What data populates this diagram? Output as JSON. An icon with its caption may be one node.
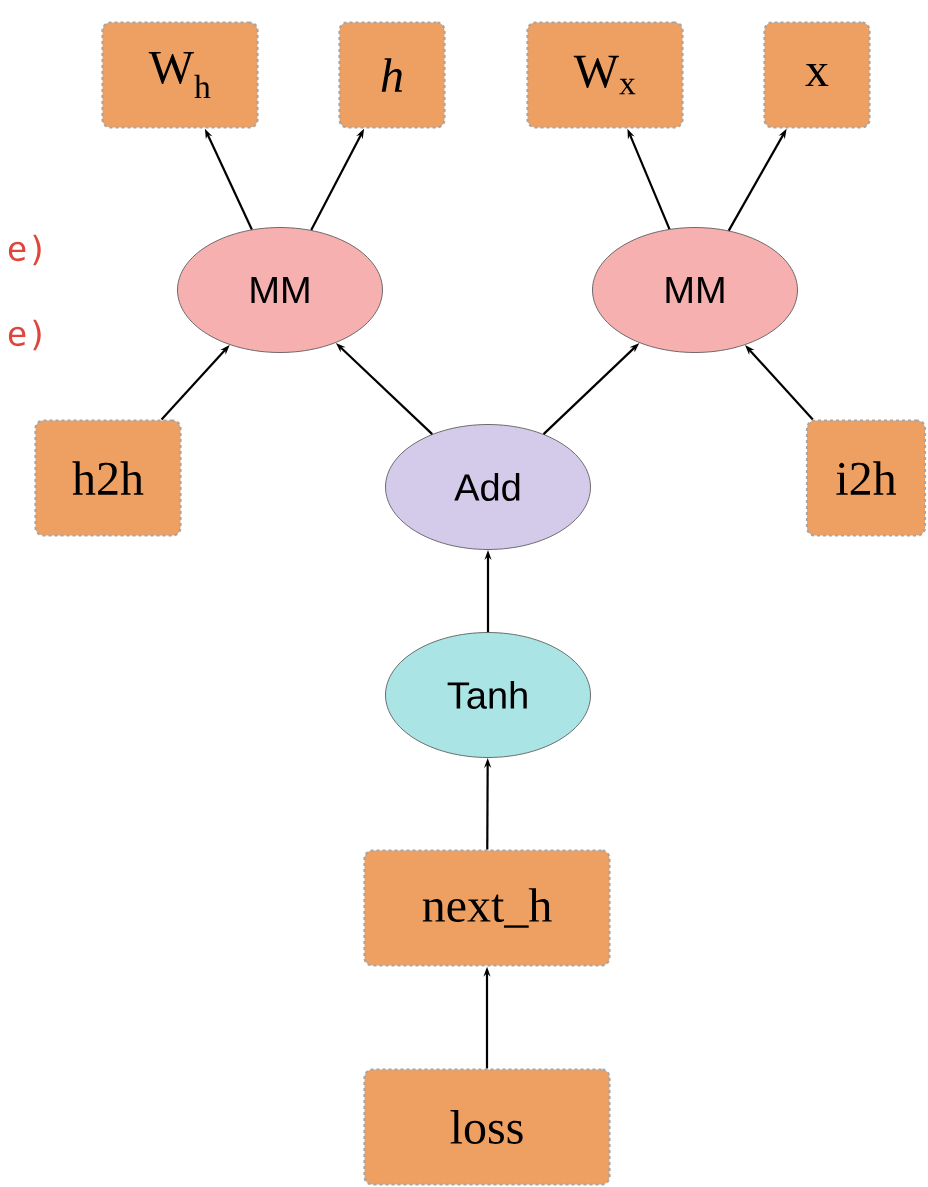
{
  "diagram": {
    "nodes": [
      {
        "text": [
          "W$_{h}$"
        ]
      },
      {
        "text": [
          "h"
        ]
      },
      {
        "text": [
          "W$_{x}$"
        ]
      },
      {
        "text": [
          "x"
        ]
      },
      {
        "text": [
          "MM"
        ]
      },
      {
        "text": [
          "MM"
        ]
      },
      {
        "text": [
          "h2h"
        ]
      },
      {
        "text": [
          "Add"
        ]
      },
      {
        "text": [
          "i2h"
        ]
      },
      {
        "text": [
          "Tanh"
        ]
      },
      {
        "text": [
          "next_h"
        ]
      },
      {
        "text": [
          "loss"
        ]
      }
    ],
    "edges": [
      {
        "from": 4,
        "to": 0,
        "arrow": "to"
      },
      {
        "from": 4,
        "to": 1,
        "arrow": "to"
      },
      {
        "from": 5,
        "to": 2,
        "arrow": "to"
      },
      {
        "from": 5,
        "to": 3,
        "arrow": "to"
      },
      {
        "from": 6,
        "to": 4,
        "arrow": "to"
      },
      {
        "from": 7,
        "to": 4,
        "arrow": "to"
      },
      {
        "from": 7,
        "to": 5,
        "arrow": "to"
      },
      {
        "from": 8,
        "to": 5,
        "arrow": "to"
      },
      {
        "from": 9,
        "to": 7,
        "arrow": "to"
      },
      {
        "from": 10,
        "to": 9,
        "arrow": "to"
      },
      {
        "from": 11,
        "to": 10,
        "arrow": "to"
      }
    ],
    "labels": [
      "e)",
      "e)"
    ]
  }
}
